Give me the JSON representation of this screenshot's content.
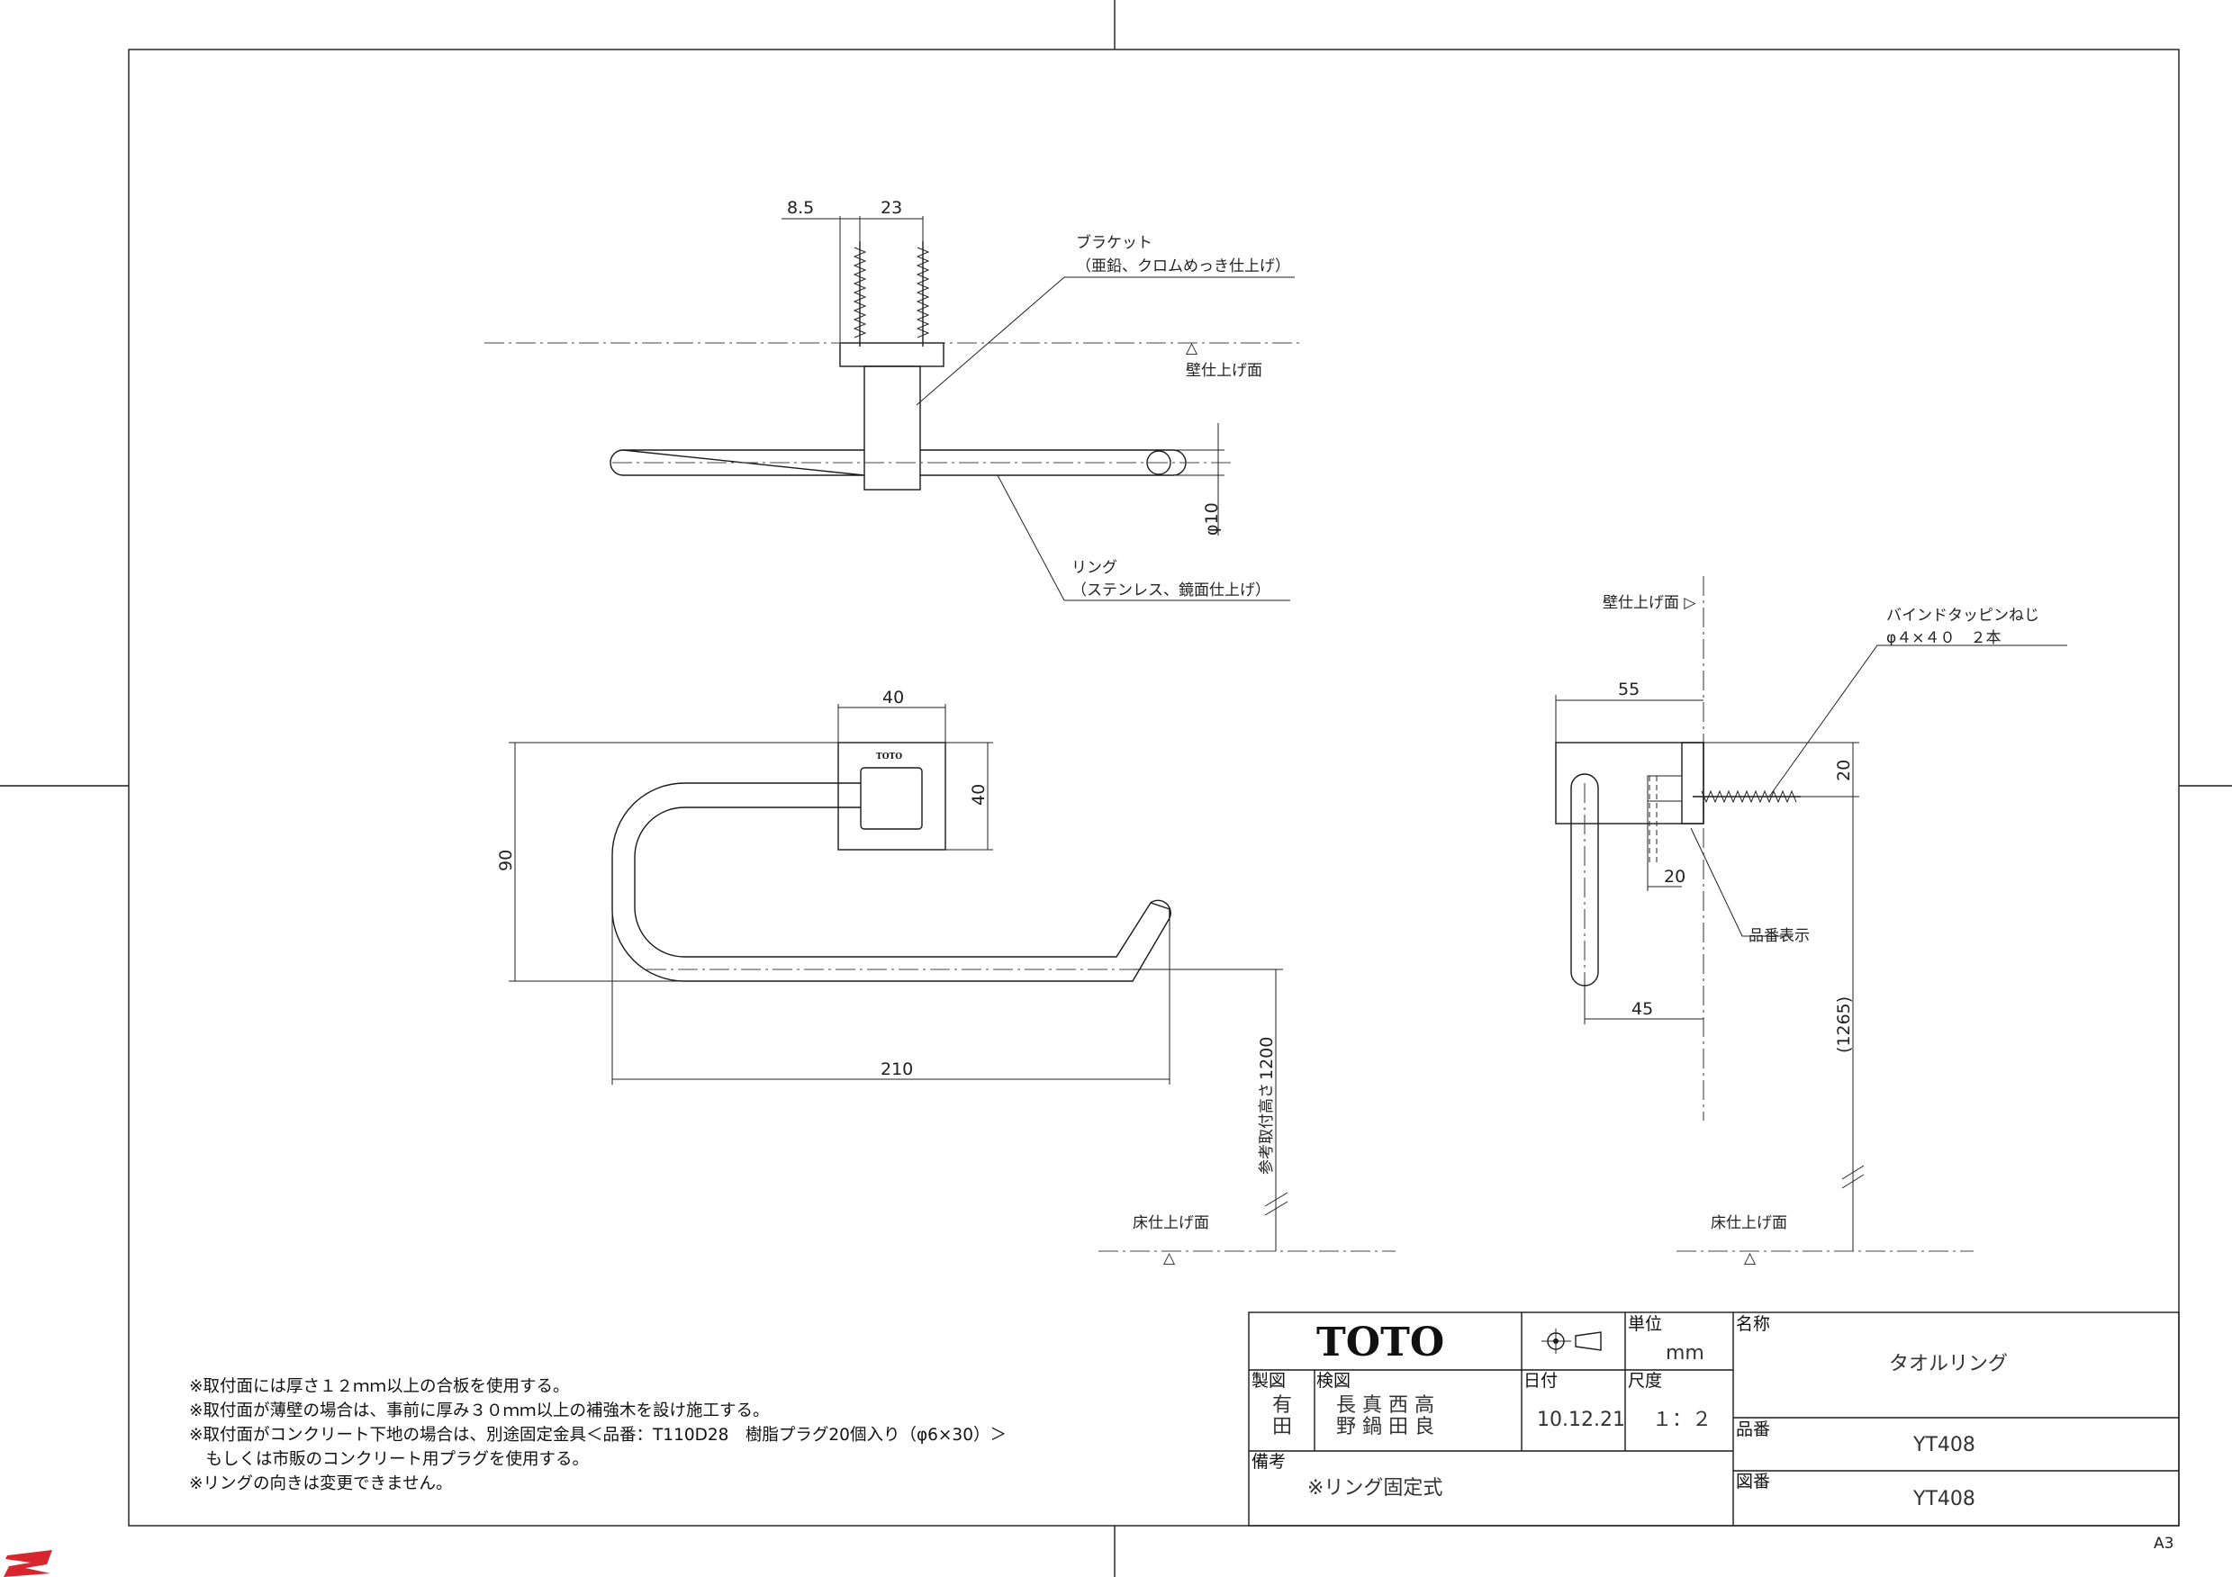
{
  "dimensions": {
    "bracket_offset": "8.5",
    "screw_spacing": "23",
    "ring_diameter": "φ10",
    "plate_width": "40",
    "plate_height": "40",
    "ring_height": "90",
    "ring_width": "210",
    "mount_height": "1200",
    "side_depth": "55",
    "side_top": "20",
    "side_mid": "20",
    "side_45": "45",
    "side_height": "(1265)"
  },
  "labels": {
    "bracket_name": "ブラケット",
    "bracket_spec": "（亜鉛、クロムめっき仕上げ）",
    "wall_finish": "壁仕上げ面",
    "ring_name": "リング",
    "ring_spec": "（ステンレス、鏡面仕上げ）",
    "wall_finish_side": "壁仕上げ面 ▷",
    "screw_name": "バインドタッピンねじ",
    "screw_spec": "φ４×４０　２本",
    "part_marking": "品番表示",
    "ref_height": "参考取付高さ",
    "floor_finish_1": "床仕上げ面",
    "floor_finish_2": "床仕上げ面",
    "plate_logo": "TOTO"
  },
  "notes": [
    "※取付面には厚さ１２ｍｍ以上の合板を使用する。",
    "※取付面が薄壁の場合は、事前に厚み３０ｍｍ以上の補強木を設け施工する。",
    "※取付面がコンクリート下地の場合は、別途固定金具＜品番：T110D28　樹脂プラグ20個入り（φ6×30）＞",
    "　もしくは市販のコンクリート用プラグを使用する。",
    "※リングの向きは変更できません。"
  ],
  "title_block": {
    "brand": "TOTO",
    "unit_label": "単位",
    "unit_value": "mm",
    "name_label": "名称",
    "name_value": "タオルリング",
    "drawn_label": "製図",
    "drawn_value_1": "有",
    "drawn_value_2": "田",
    "checked_label": "検図",
    "checked_row_1": "長 真 西 高",
    "checked_row_2": "野 鍋 田 良",
    "date_label": "日付",
    "date_value": "10.12.21",
    "scale_label": "尺度",
    "scale_value": "１：２",
    "part_no_label": "品番",
    "part_no_value": "YT408",
    "remarks_label": "備考",
    "remarks_value": "※リング固定式",
    "drawing_no_label": "図番",
    "drawing_no_value": "YT408"
  },
  "sheet_size": "A3"
}
